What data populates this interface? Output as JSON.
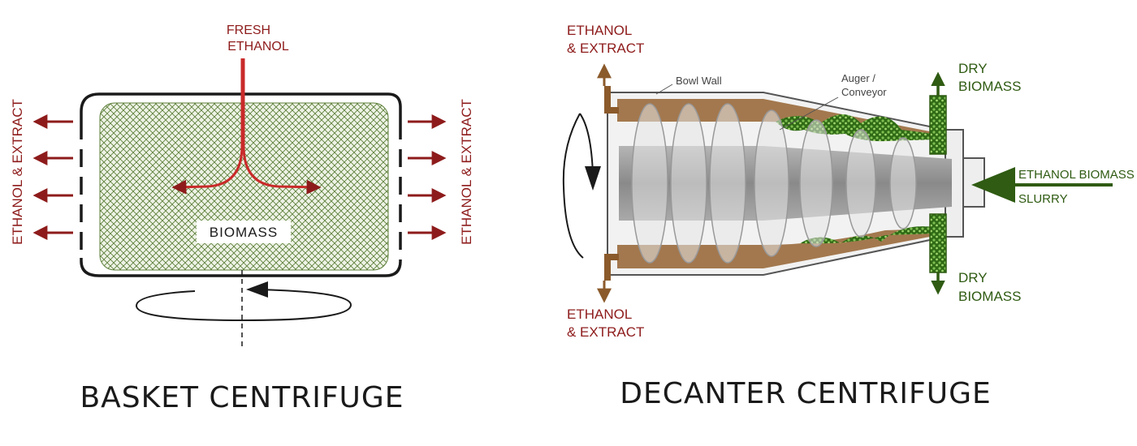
{
  "basket": {
    "title": "BASKET CENTRIFUGE",
    "fresh_line1": "FRESH",
    "fresh_line2": "ETHANOL",
    "side_label": "ETHANOL & EXTRACT",
    "biomass_label": "BIOMASS"
  },
  "decanter": {
    "title": "DECANTER CENTRIFUGE",
    "top_out_line1": "ETHANOL",
    "top_out_line2": "& EXTRACT",
    "bottom_out_line1": "ETHANOL",
    "bottom_out_line2": "& EXTRACT",
    "bowl_wall": "Bowl Wall",
    "auger_line1": "Auger /",
    "auger_line2": "Conveyor",
    "dry_top_line1": "DRY",
    "dry_top_line2": "BIOMASS",
    "dry_bottom_line1": "DRY",
    "dry_bottom_line2": "BIOMASS",
    "feed_line1": "ETHANOL BIOMASS",
    "feed_line2": "SLURRY"
  },
  "colors": {
    "ethanol_red": "#8e1b1b",
    "extract_brown": "#8b5a2b",
    "biomass_green": "#2f5b12",
    "shaft_gray": "#8c8c8c"
  }
}
